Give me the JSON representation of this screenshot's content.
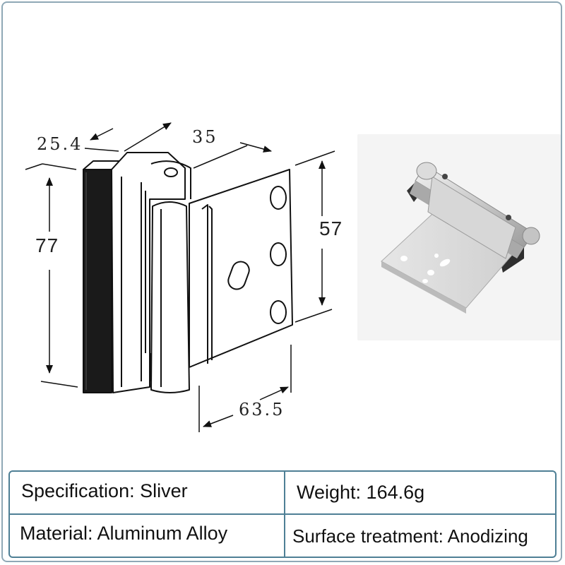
{
  "dimensions": {
    "top_left": "25.4",
    "top_middle": "35",
    "height_left": "77",
    "height_right": "57",
    "bottom_width": "63.5"
  },
  "specs": {
    "specification": "Specification: Sliver",
    "weight": "Weight: 164.6g",
    "material": "Material: Aluminum Alloy",
    "surface": "Surface treatment: Anodizing"
  },
  "colors": {
    "border": "#4e7f95",
    "frame": "#8fa8b6",
    "line": "#111111"
  }
}
